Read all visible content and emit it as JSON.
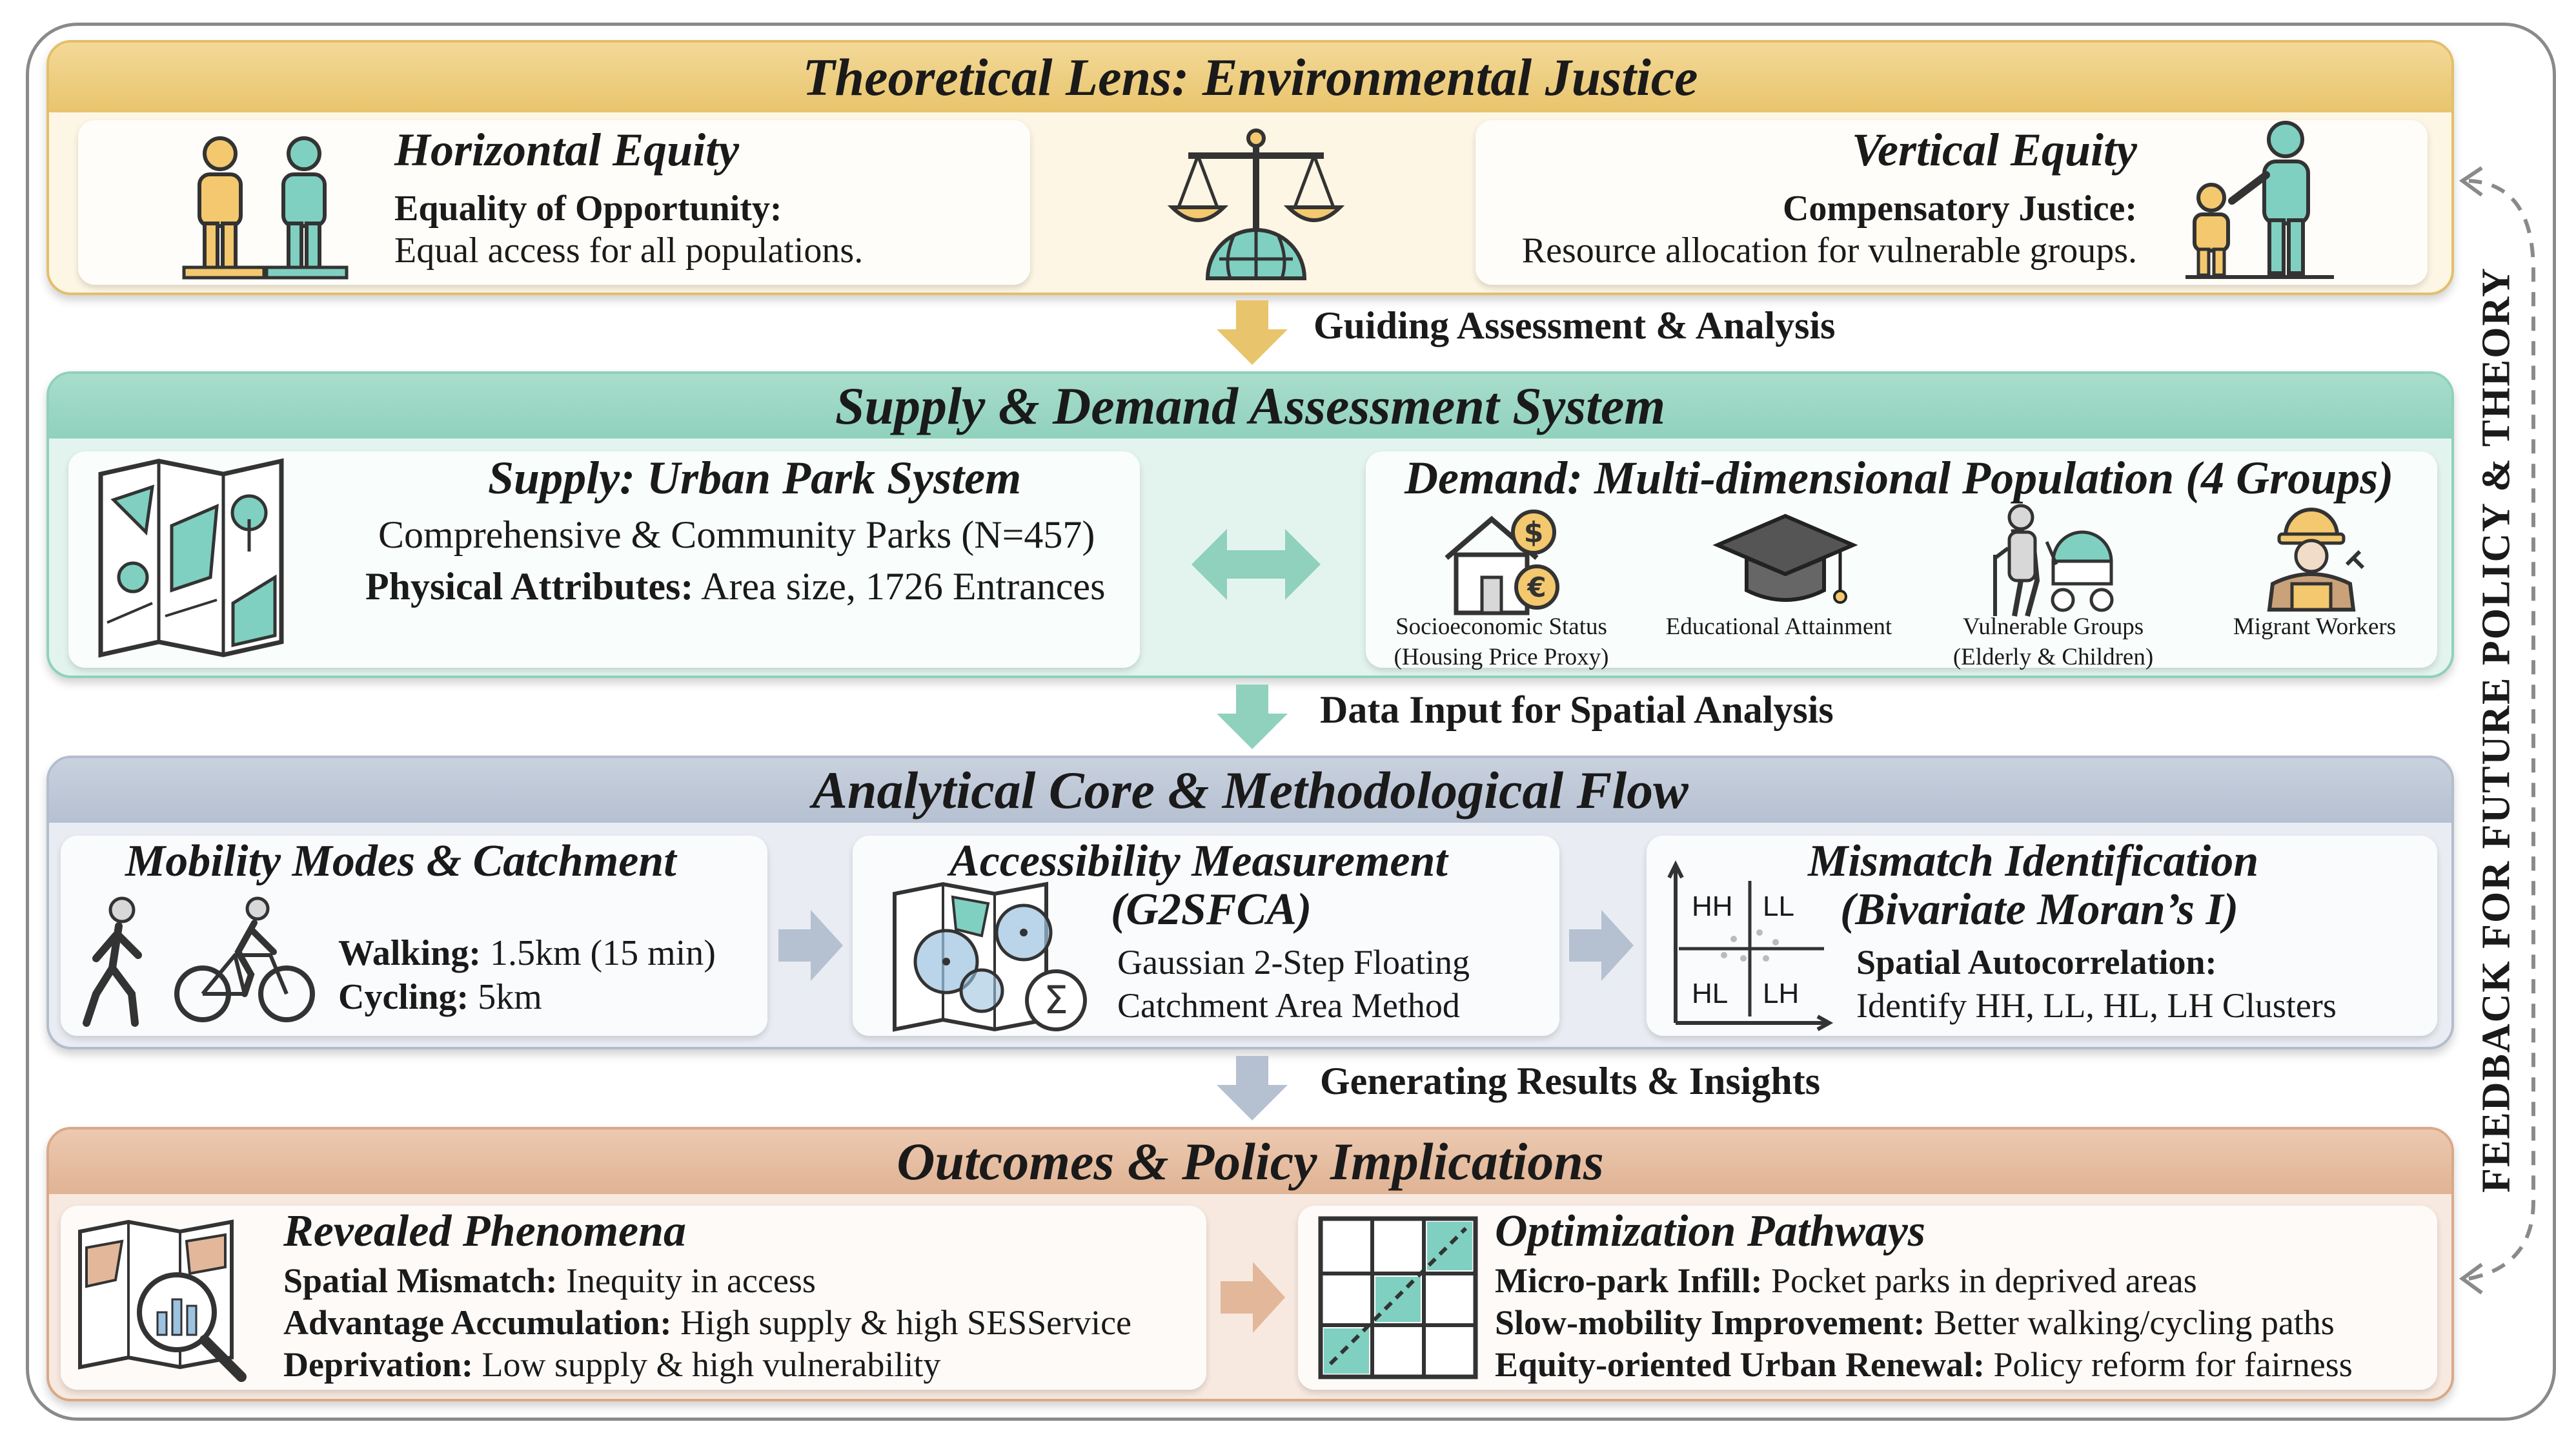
{
  "theory": {
    "title": "Theoretical Lens: Environmental Justice",
    "horizontal": {
      "heading": "Horizontal Equity",
      "sub": "Equality of Opportunity:",
      "desc": "Equal access for all populations."
    },
    "vertical": {
      "heading": "Vertical Equity",
      "sub": "Compensatory Justice:",
      "desc": "Resource allocation for vulnerable groups."
    }
  },
  "flow1": "Guiding Assessment & Analysis",
  "supply_demand": {
    "title": "Supply & Demand Assessment System",
    "supply": {
      "heading": "Supply: Urban Park System",
      "line1": "Comprehensive & Community Parks (N=457)",
      "attr_label": "Physical Attributes:",
      "attr_value": "Area size, 1726 Entrances"
    },
    "demand": {
      "heading": "Demand: Multi-dimensional Population (4 Groups)",
      "groups": [
        {
          "l1": "Socioeconomic Status",
          "l2": "(Housing Price Proxy)"
        },
        {
          "l1": "Educational Attainment",
          "l2": ""
        },
        {
          "l1": "Vulnerable Groups",
          "l2": "(Elderly & Children)"
        },
        {
          "l1": "Migrant Workers",
          "l2": ""
        }
      ]
    }
  },
  "flow2": "Data Input for Spatial Analysis",
  "analytical": {
    "title": "Analytical Core & Methodological Flow",
    "mobility": {
      "heading": "Mobility Modes & Catchment",
      "walk_label": "Walking:",
      "walk_value": "1.5km (15 min)",
      "cycle_label": "Cycling:",
      "cycle_value": "5km"
    },
    "access": {
      "heading1": "Accessibility Measurement",
      "heading2": "(G2SFCA)",
      "line1": "Gaussian 2-Step Floating",
      "line2": "Catchment Area Method"
    },
    "mismatch": {
      "heading1": "Mismatch Identification",
      "heading2": "(Bivariate Moran’s I)",
      "label": "Spatial Autocorrelation:",
      "desc": "Identify HH, LL, HL, LH Clusters",
      "quadrants": [
        "HH",
        "LL",
        "HL",
        "LH"
      ]
    }
  },
  "flow3": "Generating Results & Insights",
  "outcomes": {
    "title": "Outcomes & Policy Implications",
    "revealed": {
      "heading": "Revealed Phenomena",
      "items": [
        {
          "label": "Spatial Mismatch:",
          "value": "Inequity in access"
        },
        {
          "label": "Advantage Accumulation:",
          "value": "High supply & high SESService"
        },
        {
          "label": "Deprivation:",
          "value": "Low supply & high vulnerability"
        }
      ]
    },
    "optimization": {
      "heading": "Optimization Pathways",
      "items": [
        {
          "label": "Micro-park Infill:",
          "value": "Pocket parks in deprived areas"
        },
        {
          "label": "Slow-mobility Improvement:",
          "value": "Better walking/cycling paths"
        },
        {
          "label": "Equity-oriented Urban Renewal:",
          "value": "Policy reform for fairness"
        }
      ]
    }
  },
  "feedback": "FEEDBACK FOR FUTURE POLICY & THEORY",
  "colors": {
    "gold": "#e8c46c",
    "teal": "#8fd1bd",
    "slate": "#b9c3d3",
    "tan": "#e2b79a"
  }
}
